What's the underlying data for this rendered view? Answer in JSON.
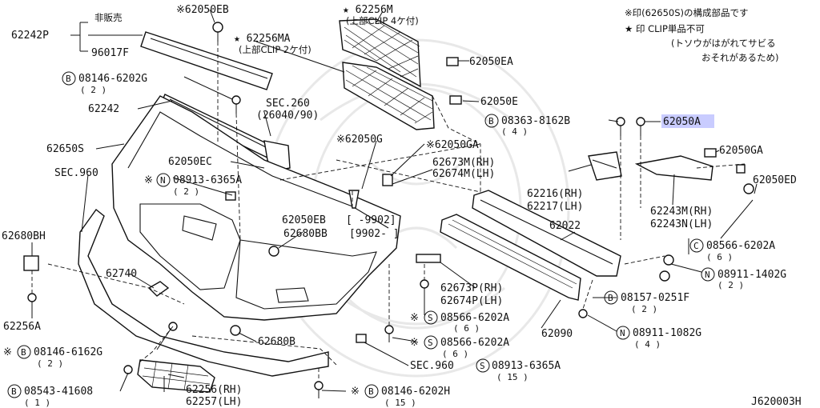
{
  "notes": {
    "line1": "※印(62650S)の構成部品です",
    "line2": "★ 印 CLIP単品不可",
    "line3": "(トソウがはがれてサビる",
    "line4": "おそれがあるため)"
  },
  "diagram_code": "J620003H",
  "highlight_part": "62050A",
  "labels": {
    "l62242P": "62242P",
    "l_hihanbai": "非販売",
    "l96017F": "96017F",
    "l62050EB": "※62050EB",
    "l62256M": "★ 62256M",
    "l62256M_sub": "(上部CLIP 4ケ付)",
    "l62256MA": "★ 62256MA",
    "l62256MA_sub": "(上部CLIP 2ケ付)",
    "l08146_6202G": "08146-6202G",
    "l08146_6202G_q": "( 2 )",
    "l62050EA": "62050EA",
    "l62050E": "62050E",
    "l62242": "62242",
    "lSEC260": "SEC.260",
    "lSEC260_sub": "(26040/90)",
    "l08363": "08363-8162B",
    "l08363_q": "( 4 )",
    "l62050A": "62050A",
    "l62650S": "62650S",
    "l62050G": "※62050G",
    "l62050GA": "※62050GA",
    "l62050GA_r": "62050GA",
    "l62050EC": "62050EC",
    "lSEC960a": "SEC.960",
    "l08913a": "08913-6365A",
    "l08913a_q": "( 2 )",
    "l62673M": "62673M(RH)",
    "l62674M": "62674M(LH)",
    "l62050ED": "62050ED",
    "l62216": "62216(RH)",
    "l62217": "62217(LH)",
    "l62243M": "62243M(RH)",
    "l62243N": "62243N(LH)",
    "l62680BH": "62680BH",
    "l62050EB2": "62050EB",
    "l62050EB2_r": "[     -9902]",
    "l62680BB": "62680BB",
    "l62680BB_r": "[9902-     ]",
    "l62022": "62022",
    "l08566_6202A_r": "08566-6202A",
    "l08566_6202A_r_q": "( 6 )",
    "l62740": "62740",
    "l08911_1402G": "08911-1402G",
    "l08911_1402G_q": "( 2 )",
    "l62673P": "62673P(RH)",
    "l62674P": "62674P(LH)",
    "l08157": "08157-0251F",
    "l08157_q": "( 2 )",
    "l62256A": "62256A",
    "l08566a": "※",
    "l08566a_code": "08566-6202A",
    "l08566a_q": "( 6 )",
    "l62090": "62090",
    "l08146_6162G": "08146-6162G",
    "l08146_6162G_q": "( 2 )",
    "l62680B": "62680B",
    "l08566b": "※",
    "l08566b_code": "08566-6202A",
    "l08566b_q": "( 6 )",
    "l08911_1082G": "08911-1082G",
    "l08911_1082G_q": "( 4 )",
    "lSEC960b": "SEC.960",
    "l08913b": "08913-6365A",
    "l08913b_q": "( 15 )",
    "l62256": "62256(RH)",
    "l62257": "62257(LH)",
    "l08543": "08543-41608",
    "l08543_q": "( 1 )",
    "l08146_6202H": "08146-6202H",
    "l08146_6202H_q": "( 15 )",
    "sym_B": "B",
    "sym_N": "N",
    "sym_S": "S",
    "sym_C": "C",
    "mark": "※"
  }
}
